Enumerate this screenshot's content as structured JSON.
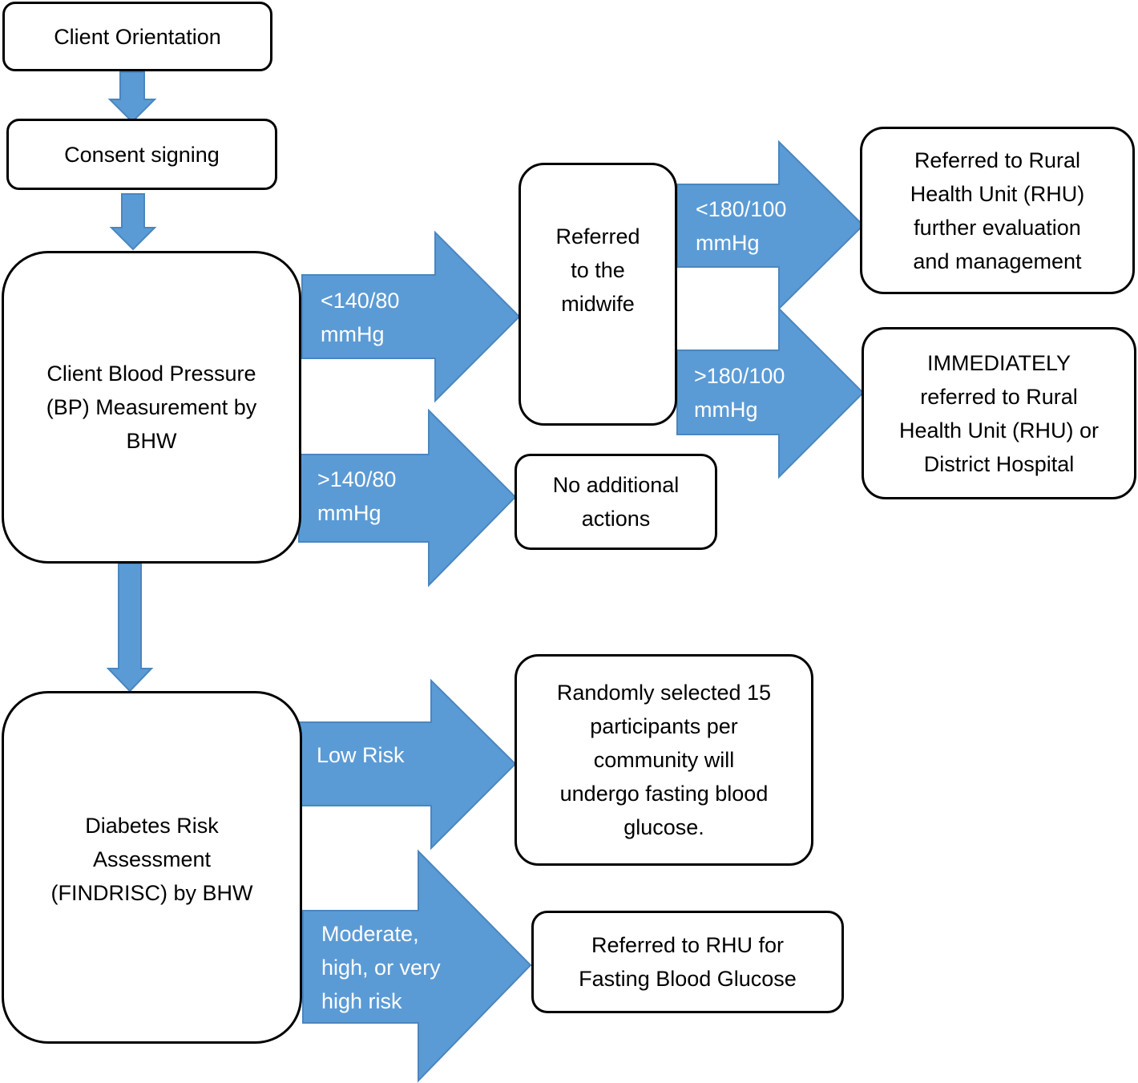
{
  "colors": {
    "arrow_fill": "#5b9bd5",
    "arrow_stroke": "#4a86c0",
    "box_border": "#000000",
    "box_fill": "#ffffff",
    "arrow_text": "#ffffff"
  },
  "nodes": {
    "client_orientation": "Client Orientation",
    "consent_signing": "Consent signing",
    "bp_measurement": "Client Blood Pressure\n(BP) Measurement by\nBHW",
    "referred_midwife": "Referred\nto the\nmidwife",
    "referred_rhu_further": "Referred to Rural\nHealth Unit (RHU)\nfurther evaluation\nand management",
    "immediately_referred": "IMMEDIATELY\nreferred to Rural\nHealth Unit (RHU) or\nDistrict Hospital",
    "no_additional_actions": "No additional\nactions",
    "diabetes_risk": "Diabetes Risk\nAssessment\n(FINDRISC) by BHW",
    "randomly_selected": "Randomly selected 15\nparticipants per\ncommunity will\nundergo fasting blood\nglucose.",
    "referred_rhu_fbg": "Referred to RHU for\nFasting Blood Glucose"
  },
  "edges": {
    "bp_lt_140": "<140/80\nmmHg",
    "bp_gt_140": ">140/80\nmmHg",
    "bp_lt_180": "<180/100\nmmHg",
    "bp_gt_180": ">180/100\nmmHg",
    "low_risk": "Low Risk",
    "moderate_high": "Moderate,\nhigh, or very\nhigh risk"
  }
}
